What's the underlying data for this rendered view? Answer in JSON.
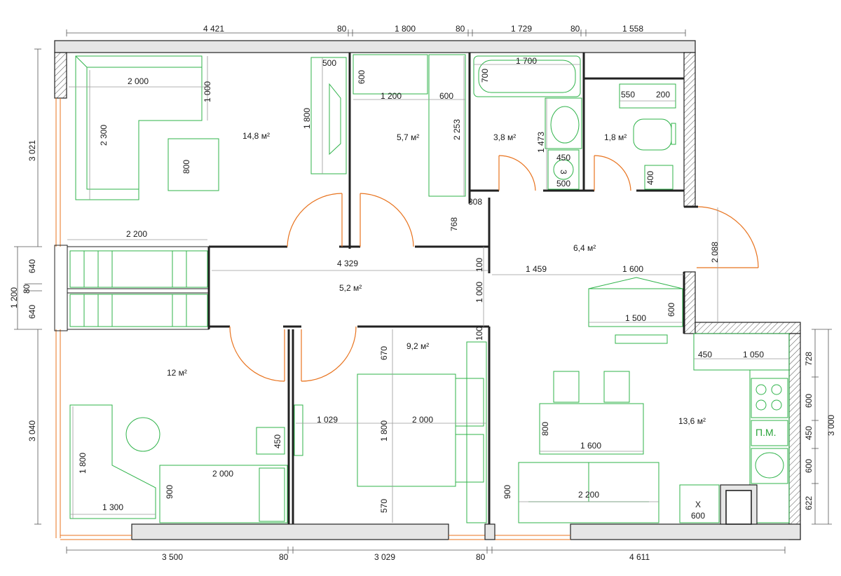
{
  "plan": {
    "outer_dims": {
      "top": [
        "4 421",
        "80",
        "1 800",
        "80",
        "1 729",
        "80",
        "1 558"
      ],
      "bottom": [
        "3 500",
        "80",
        "3 029",
        "80",
        "4 611"
      ],
      "left": [
        "3 021",
        "1 200",
        "640",
        "80",
        "640",
        "3 040"
      ],
      "right": [
        "728",
        "600",
        "450",
        "600",
        "622",
        "3 000"
      ]
    },
    "areas": {
      "living": "14,8 м²",
      "storage": "5,7 м²",
      "bath": "3,8 м²",
      "wc": "1,8 м²",
      "hall": "6,4 м²",
      "corridor": "5,2 м²",
      "office": "12 м²",
      "bedroom": "9,2 м²",
      "kitchen": "13,6 м²"
    },
    "labels": {
      "sofa_w": "2 000",
      "sofa_l": "2 300",
      "sofa_d": "1 000",
      "table_800": "800",
      "tv_500": "500",
      "tv_1800": "1 800",
      "st_600": "600",
      "st_1200": "1 200",
      "st_600b": "600",
      "st_2253": "2 253",
      "tub_1700": "1 700",
      "tub_700": "700",
      "sink_1473": "1 473",
      "sink_450": "450",
      "sink_500": "500",
      "wm_3": "3",
      "wc_550": "550",
      "wc_200": "200",
      "wc_400": "400",
      "p308": "308",
      "p768": "768",
      "balc_2200": "2 200",
      "corr_4329": "4 329",
      "corr_100a": "100",
      "corr_1000": "1 000",
      "corr_100b": "100",
      "hall_1459": "1 459",
      "hall_1600": "1 600",
      "hall_2088": "2 088",
      "hall_1500": "1 500",
      "hall_600": "600",
      "desk_1800": "1 800",
      "desk_1300": "1 300",
      "bed_2000a": "2 000",
      "bed_900a": "900",
      "cab_450": "450",
      "bed_1029": "1 029",
      "bed_670": "670",
      "bed_1800": "1 800",
      "bed_2000b": "2 000",
      "bed_570": "570",
      "kit_450": "450",
      "kit_1050": "1 050",
      "kit_800": "800",
      "kit_1600": "1 600",
      "kit_900": "900",
      "kit_2200": "2 200",
      "kit_600": "600",
      "kit_x": "X",
      "kit_pm": "П.М."
    },
    "colors": {
      "wall": "#222222",
      "furniture": "#2fb34a",
      "doors_windows": "#e8731e",
      "dimension": "#555555"
    }
  }
}
